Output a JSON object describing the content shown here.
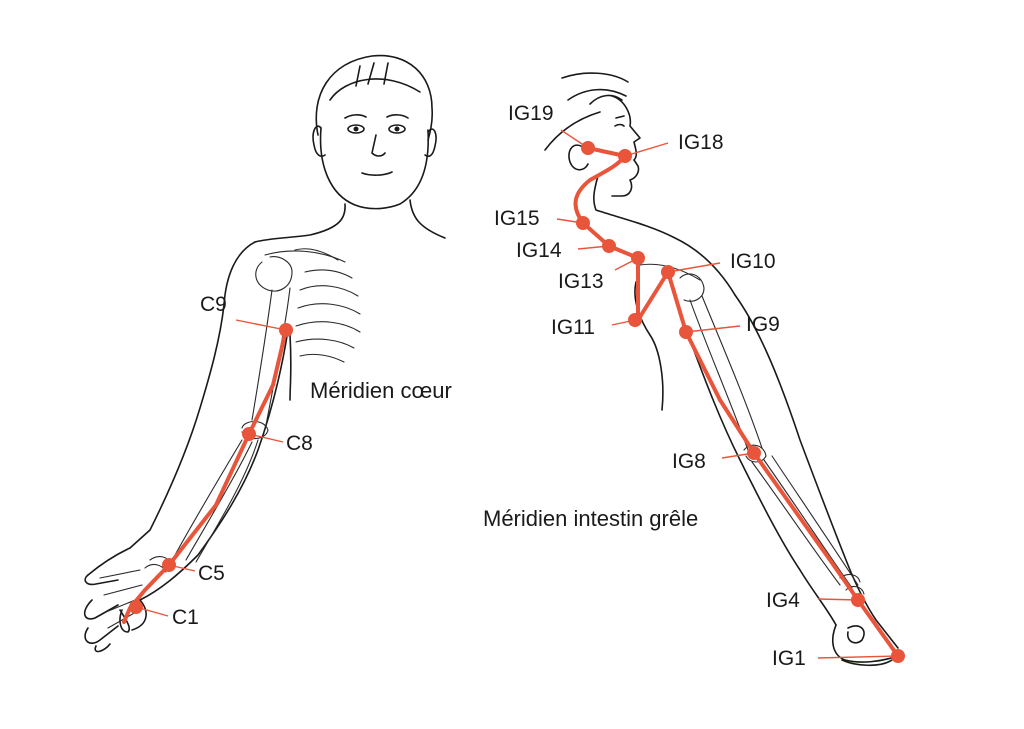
{
  "colors": {
    "accent": "#e8553a",
    "ink": "#1a1a1a"
  },
  "captions": {
    "heart": "Méridien cœur",
    "small_intestine": "Méridien intestin grêle"
  },
  "points": {
    "heart": [
      "C9",
      "C8",
      "C5",
      "C1"
    ],
    "small_intestine": [
      "IG19",
      "IG18",
      "IG15",
      "IG14",
      "IG13",
      "IG10",
      "IG11",
      "IG9",
      "IG8",
      "IG4",
      "IG1"
    ]
  }
}
